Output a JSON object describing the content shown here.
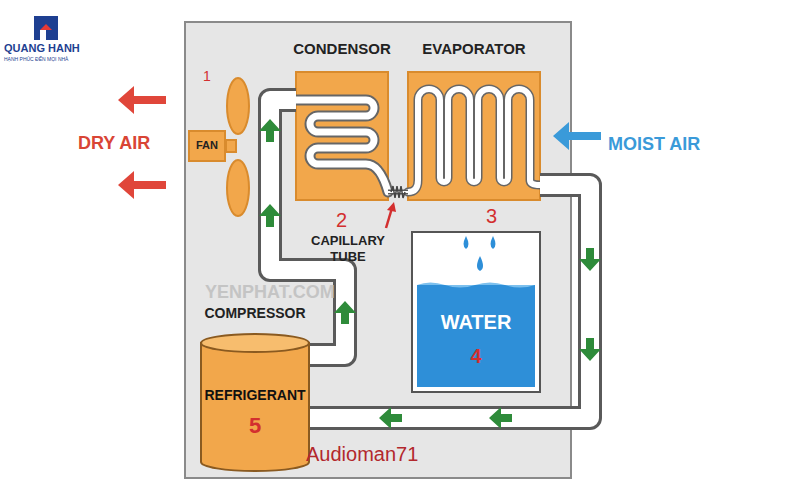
{
  "diagram": {
    "nodes": [
      {
        "text": [
          "CONDENSOR"
        ]
      },
      {
        "text": [
          "EVAPORATOR"
        ]
      },
      {
        "text": [
          "FAN"
        ]
      },
      {
        "text": [
          "WATER",
          "4"
        ]
      },
      {
        "text": [
          "COMPRESSOR",
          "REFRIGERANT",
          "5"
        ]
      }
    ],
    "edges": [
      {
        "from": 4,
        "to": 0,
        "arrow": "none"
      },
      {
        "from": 0,
        "to": 1,
        "arrow": "none"
      },
      {
        "from": 1,
        "to": 4,
        "arrow": "none"
      }
    ],
    "labels": [
      "1",
      "2",
      "3",
      "CAPILLARY TUBE",
      "DRY AIR",
      "MOIST AIR",
      "QUANG HANH",
      "HẠNH PHÚC ĐẾN MỌI NHÀ",
      "YENPHAT.COM",
      "Audioman71"
    ]
  }
}
